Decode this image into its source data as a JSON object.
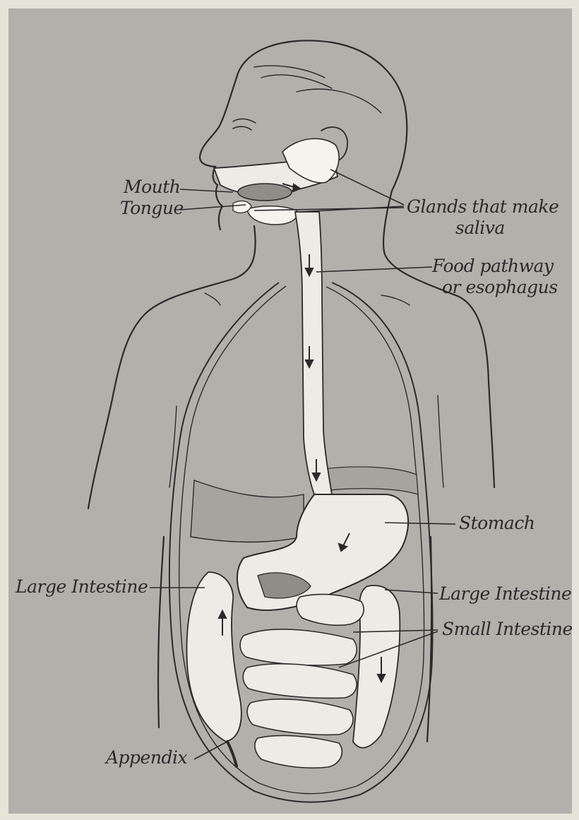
{
  "colors": {
    "paper": "#e6e3d9",
    "plate": "#b2b0ab",
    "organ": "#ecebe5",
    "shadow": "#8f8d88",
    "ink": "#2a2a2a"
  },
  "labels": {
    "mouth": "Mouth",
    "tongue": "Tongue",
    "glands_line1": "Glands that make",
    "glands_line2": "saliva",
    "esophagus_line1": "Food pathway",
    "esophagus_line2": "or esophagus",
    "stomach": "Stomach",
    "large_intestine_left": "Large Intestine",
    "large_intestine_right": "Large Intestine",
    "small_intestine": "Small Intestine",
    "appendix": "Appendix"
  }
}
